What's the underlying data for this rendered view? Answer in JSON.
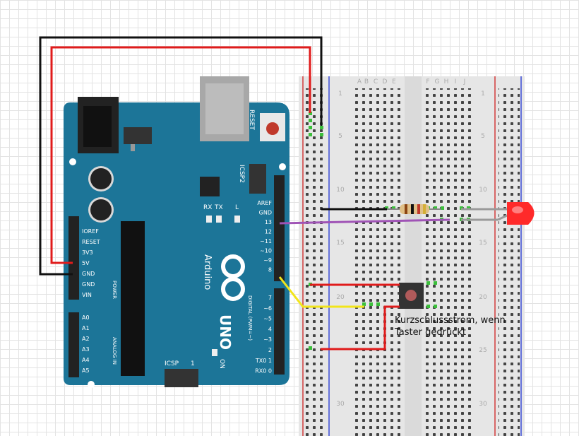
{
  "arduino": {
    "header_left_pins": [
      "IOREF",
      "RESET",
      "3V3",
      "5V",
      "GND",
      "GND",
      "VIN"
    ],
    "header_left_analog": [
      "A0",
      "A1",
      "A2",
      "A3",
      "A4",
      "A5"
    ],
    "header_right_pins": [
      "AREF",
      "GND",
      "13",
      "12",
      "~11",
      "~10",
      "~9",
      "8",
      "7",
      "~6",
      "~5",
      "4",
      "~3",
      "2",
      "TX0 1",
      "RX0 0"
    ],
    "labels": {
      "reset": "RESET",
      "icsp2": "ICSP2",
      "icsp": "ICSP",
      "led_l": "L",
      "tx": "TX",
      "rx": "RX",
      "on": "ON",
      "power": "POWER",
      "analog_in": "ANALOG IN",
      "digital": "DIGITAL (PWM=~)",
      "brand": "Arduino",
      "model": "UNO",
      "icsp_pin1": "1"
    }
  },
  "breadboard": {
    "column_letters_left": [
      "A",
      "B",
      "C",
      "D",
      "E"
    ],
    "column_letters_right": [
      "F",
      "G",
      "H",
      "I",
      "J"
    ],
    "row_numbers": [
      "1",
      "5",
      "10",
      "15",
      "20",
      "25",
      "30"
    ]
  },
  "annotation": {
    "text": "Kurzschlussstrom, wenn\nTaster gedrückt"
  },
  "colors": {
    "board": "#1c7598",
    "breadboard": "#e6e6e6",
    "rail_red": "#d23b3b",
    "rail_blue": "#3a4bd6",
    "wire_red": "#e01b1b",
    "wire_black": "#111111",
    "wire_purple": "#a054b6",
    "wire_yellow": "#f2e51a",
    "wire_gray": "#9a9a9a",
    "led": "#ff2a2a"
  }
}
